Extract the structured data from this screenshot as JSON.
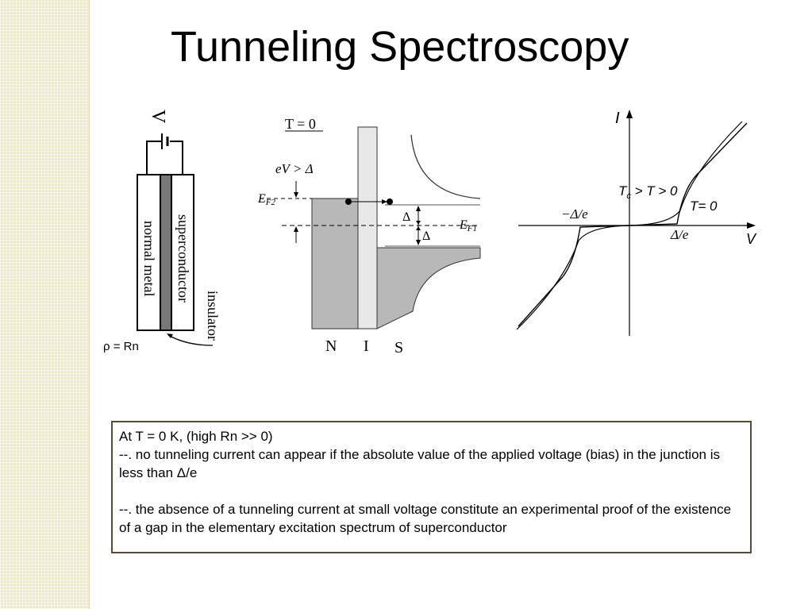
{
  "title": "Tunneling Spectroscopy",
  "junction": {
    "voltage_label": "V",
    "normal_metal_label": "normal metal",
    "superconductor_label": "superconductor",
    "insulator_label": "insulator",
    "resistance_label": "ρ = Rn"
  },
  "energy_diagram": {
    "temperature_label": "T = 0",
    "bias_label": "eV > Δ",
    "ef2_label": "E",
    "ef2_sub": "F2",
    "ef1_label": "E",
    "ef1_sub": "F1",
    "gap_upper_label": "Δ",
    "gap_lower_label": "Δ",
    "n_label": "N",
    "i_label": "I",
    "s_label": "S"
  },
  "iv_curve": {
    "current_axis_label": "I",
    "voltage_axis_label": "V",
    "neg_gap_label": "−Δ/e",
    "pos_gap_label": "Δ/e",
    "tc_label": "T",
    "tc_sub": "c",
    "tc_rest": " > T > 0",
    "t0_label": "T= 0"
  },
  "text": {
    "line1": "At T = 0 K, (high Rn >> 0)",
    "line2": "--. no tunneling current can appear if the absolute value of the applied voltage (bias) in the junction is less than Δ/e",
    "line3": "--. the absence of a tunneling current at small voltage constitute an experimental proof of the existence of a gap in the elementary excitation spectrum of superconductor"
  }
}
